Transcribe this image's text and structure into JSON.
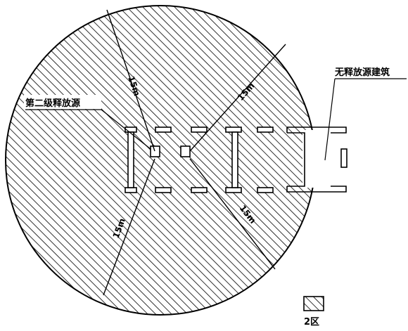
{
  "diagram": {
    "labels": {
      "secondary_source": "第二级释放源",
      "no_source_building": "无释放源建筑",
      "zone_legend": "2区"
    },
    "dimensions": {
      "radius_up_left": "15m",
      "radius_up_right": "15m",
      "radius_down_left": "15m",
      "radius_down_right": "15m"
    },
    "colors": {
      "line": "#000000",
      "hatch": "#000000",
      "background": "#ffffff"
    }
  }
}
